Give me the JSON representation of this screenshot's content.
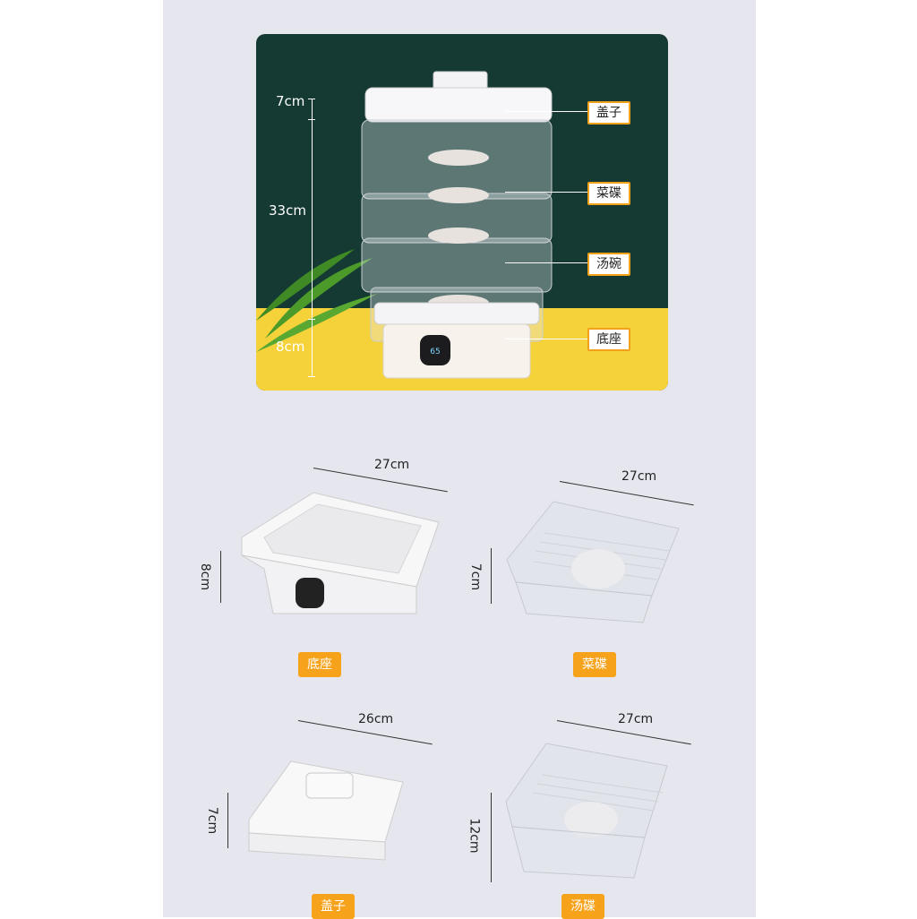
{
  "photo": {
    "dims": {
      "top": "7cm",
      "middle": "33cm",
      "bottom": "8cm"
    },
    "display_reading": "65",
    "callouts": [
      "盖子",
      "菜碟",
      "汤碗",
      "底座"
    ]
  },
  "parts": [
    {
      "label": "底座",
      "width": "27cm",
      "height": "8cm"
    },
    {
      "label": "菜碟",
      "width": "27cm",
      "height": "7cm"
    },
    {
      "label": "盖子",
      "width": "26cm",
      "height": "7cm"
    },
    {
      "label": "汤碟",
      "width": "27cm",
      "height": "12cm"
    }
  ],
  "colors": {
    "accent": "#f6a21b",
    "panel": "#e6e7ee",
    "photo_bg": "#153a33",
    "table": "#f6d23a"
  }
}
